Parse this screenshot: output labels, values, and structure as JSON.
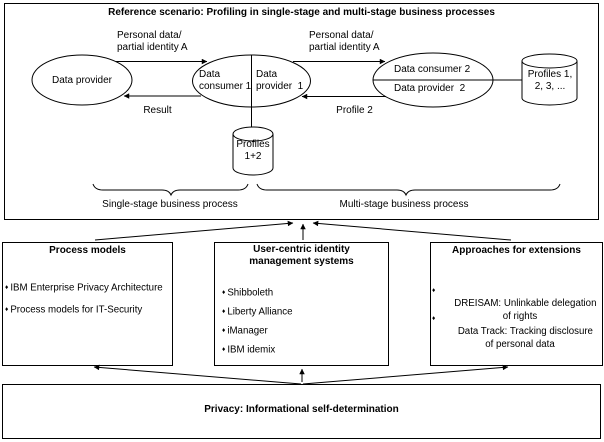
{
  "scenario": {
    "title": "Reference scenario: Profiling in single-stage and multi-stage business processes",
    "labels": {
      "personal_data_left": "Personal data/\npartial identity A",
      "personal_data_right": "Personal data/\npartial identity A",
      "result": "Result",
      "profile_2": "Profile 2"
    },
    "nodes": {
      "data_provider": "Data provider",
      "data_consumer_1": "Data\nconsumer 1",
      "data_provider_1": "Data\nprovider  1",
      "data_consumer_2": "Data consumer 2",
      "data_provider_2": "Data provider  2"
    },
    "stores": {
      "profiles_1_2": "Profiles\n1+2",
      "profiles_1_2_3": "Profiles 1,\n2, 3, ..."
    },
    "braces": {
      "single_stage": "Single-stage business process",
      "multi_stage": "Multi-stage business process"
    }
  },
  "bullet": "♦",
  "boxes": [
    {
      "title": "Process models",
      "items": [
        "IBM Enterprise Privacy Architecture",
        "Process models for IT-Security"
      ]
    },
    {
      "title": "User-centric identity\nmanagement systems",
      "items": [
        "Shibboleth",
        "Liberty Alliance",
        "iManager",
        "IBM idemix"
      ]
    },
    {
      "title": "Approaches for extensions",
      "items": [
        "DREISAM: Unlinkable delegation\nof rights",
        "Data Track: Tracking disclosure\nof personal data"
      ]
    }
  ],
  "foundation": {
    "label": "Privacy: Informational self-determination"
  }
}
